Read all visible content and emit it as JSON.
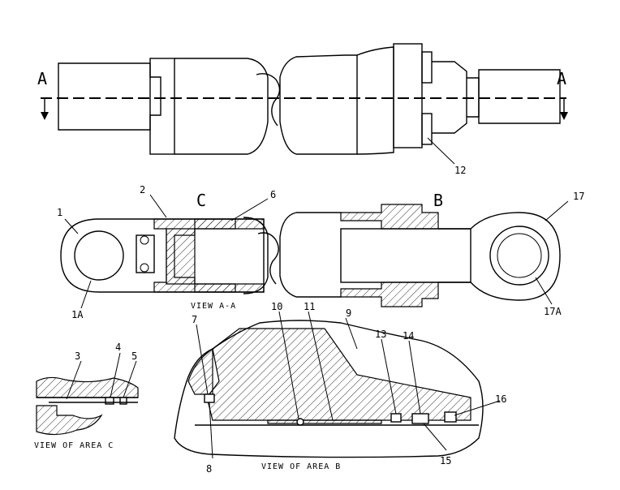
{
  "section_letters": {
    "left": "A",
    "right": "A"
  },
  "area_letters": {
    "c": "C",
    "b": "B"
  },
  "captions": {
    "view_aa": "VIEW A-A",
    "view_area_c": "VIEW OF AREA C",
    "view_area_b": "VIEW OF AREA B"
  },
  "callouts": {
    "c1": "1",
    "c1a": "1A",
    "c2": "2",
    "c3": "3",
    "c4": "4",
    "c5": "5",
    "c6": "6",
    "c7": "7",
    "c8": "8",
    "c9": "9",
    "c10": "10",
    "c11": "11",
    "c12": "12",
    "c13": "13",
    "c14": "14",
    "c15": "15",
    "c16": "16",
    "c17": "17",
    "c17a": "17A"
  }
}
